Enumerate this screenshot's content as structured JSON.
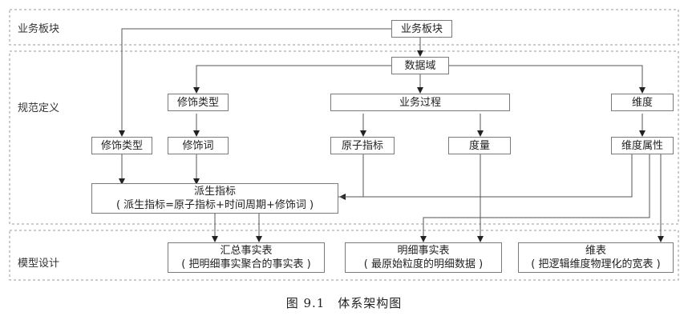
{
  "sections": {
    "business": "业务板块",
    "spec": "规范定义",
    "model": "模型设计"
  },
  "nodes": {
    "business_block": "业务板块",
    "data_domain": "数据域",
    "modifier_type_top": "修饰类型",
    "business_process": "业务过程",
    "dimension": "维度",
    "modifier_type_left": "修饰类型",
    "modifier_word": "修饰词",
    "atomic_metric": "原子指标",
    "measure": "度量",
    "dimension_attr": "维度属性",
    "derived_metric": "派生指标",
    "derived_metric_formula": "( 派生指标=原子指标+时间周期+修饰词 )",
    "agg_fact": "汇总事实表",
    "agg_fact_desc": "( 把明细事实聚合的事实表 )",
    "detail_fact": "明细事实表",
    "detail_fact_desc": "( 最原始粒度的明细数据 )",
    "dim_table": "维表",
    "dim_table_desc": "( 把逻辑维度物理化的宽表 )"
  },
  "caption": "图 9.1　体系架构图"
}
